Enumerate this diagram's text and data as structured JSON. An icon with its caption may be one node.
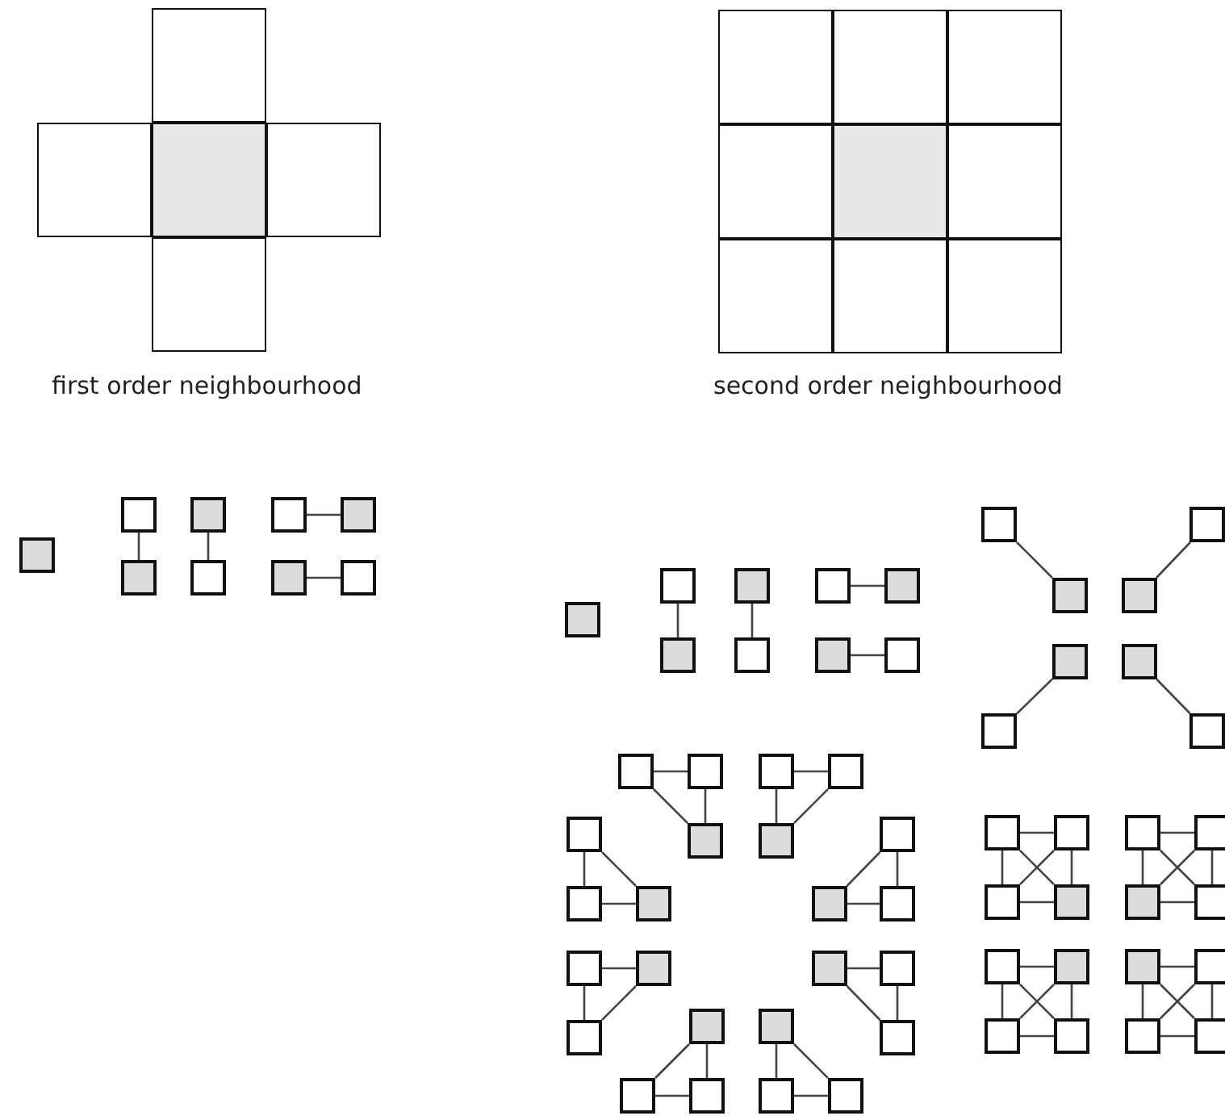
{
  "diagram": {
    "nodes": [
      {
        "text": [],
        "shape": "box"
      },
      {
        "text": [],
        "shape": "box"
      },
      {
        "text": [],
        "shape": "box"
      },
      {
        "text": [],
        "shape": "box"
      },
      {
        "text": [],
        "shape": "box"
      },
      {
        "text": [],
        "shape": "box"
      },
      {
        "text": [],
        "shape": "box"
      },
      {
        "text": [],
        "shape": "box"
      },
      {
        "text": [],
        "shape": "box"
      },
      {
        "text": [],
        "shape": "box"
      },
      {
        "text": [],
        "shape": "box"
      },
      {
        "text": [],
        "shape": "box"
      },
      {
        "text": [],
        "shape": "box"
      },
      {
        "text": [],
        "shape": "box"
      },
      {
        "text": [],
        "shape": "box"
      },
      {
        "text": [],
        "shape": "box"
      },
      {
        "text": [],
        "shape": "box"
      },
      {
        "text": [],
        "shape": "box"
      },
      {
        "text": [],
        "shape": "box"
      },
      {
        "text": [],
        "shape": "box"
      },
      {
        "text": [],
        "shape": "box"
      },
      {
        "text": [],
        "shape": "box"
      },
      {
        "text": [],
        "shape": "box"
      },
      {
        "text": [],
        "shape": "box"
      },
      {
        "text": [],
        "shape": "box"
      },
      {
        "text": [],
        "shape": "box"
      },
      {
        "text": [],
        "shape": "box"
      },
      {
        "text": [],
        "shape": "box"
      },
      {
        "text": [],
        "shape": "box"
      },
      {
        "text": [],
        "shape": "box"
      },
      {
        "text": [],
        "shape": "box"
      },
      {
        "text": [],
        "shape": "box"
      },
      {
        "text": [],
        "shape": "box"
      },
      {
        "text": [],
        "shape": "box"
      },
      {
        "text": [],
        "shape": "box"
      },
      {
        "text": [],
        "shape": "box"
      },
      {
        "text": [],
        "shape": "box"
      },
      {
        "text": [],
        "shape": "box"
      },
      {
        "text": [],
        "shape": "box"
      },
      {
        "text": [],
        "shape": "box"
      },
      {
        "text": [],
        "shape": "box"
      },
      {
        "text": [],
        "shape": "box"
      },
      {
        "text": [],
        "shape": "box"
      },
      {
        "text": [],
        "shape": "box"
      },
      {
        "text": [],
        "shape": "box"
      },
      {
        "text": [],
        "shape": "box"
      },
      {
        "text": [],
        "shape": "box"
      },
      {
        "text": [],
        "shape": "box"
      },
      {
        "text": [],
        "shape": "box"
      },
      {
        "text": [],
        "shape": "box"
      },
      {
        "text": [],
        "shape": "box"
      },
      {
        "text": [],
        "shape": "box"
      },
      {
        "text": [],
        "shape": "box"
      },
      {
        "text": [],
        "shape": "box"
      },
      {
        "text": [],
        "shape": "box"
      },
      {
        "text": [],
        "shape": "box"
      },
      {
        "text": [],
        "shape": "box"
      },
      {
        "text": [],
        "shape": "box"
      },
      {
        "text": [],
        "shape": "box"
      },
      {
        "text": [],
        "shape": "box"
      },
      {
        "text": [],
        "shape": "box"
      },
      {
        "text": [],
        "shape": "box"
      },
      {
        "text": [],
        "shape": "box"
      },
      {
        "text": [],
        "shape": "box"
      },
      {
        "text": [],
        "shape": "box"
      },
      {
        "text": [],
        "shape": "box"
      },
      {
        "text": [],
        "shape": "box"
      },
      {
        "text": [],
        "shape": "box"
      },
      {
        "text": [],
        "shape": "box"
      },
      {
        "text": [],
        "shape": "box"
      },
      {
        "text": [],
        "shape": "box"
      },
      {
        "text": [],
        "shape": "box"
      },
      {
        "text": [],
        "shape": "box"
      },
      {
        "text": [],
        "shape": "box"
      },
      {
        "text": [],
        "shape": "box"
      },
      {
        "text": [],
        "shape": "box"
      },
      {
        "text": [],
        "shape": "box"
      },
      {
        "text": [],
        "shape": "box"
      },
      {
        "text": [],
        "shape": "box"
      },
      {
        "text": [],
        "shape": "box"
      }
    ],
    "edges": [
      {
        "from": 15,
        "to": 16,
        "arrow": "none"
      },
      {
        "from": 17,
        "to": 18,
        "arrow": "none"
      },
      {
        "from": 19,
        "to": 20,
        "arrow": "none"
      },
      {
        "from": 21,
        "to": 22,
        "arrow": "none"
      },
      {
        "from": 24,
        "to": 25,
        "arrow": "none"
      },
      {
        "from": 26,
        "to": 27,
        "arrow": "none"
      },
      {
        "from": 28,
        "to": 29,
        "arrow": "none"
      },
      {
        "from": 30,
        "to": 31,
        "arrow": "none"
      },
      {
        "from": 32,
        "to": 33,
        "arrow": "none"
      },
      {
        "from": 34,
        "to": 35,
        "arrow": "none"
      },
      {
        "from": 36,
        "to": 37,
        "arrow": "none"
      },
      {
        "from": 38,
        "to": 39,
        "arrow": "none"
      },
      {
        "from": 40,
        "to": 41,
        "arrow": "none"
      },
      {
        "from": 41,
        "to": 42,
        "arrow": "none"
      },
      {
        "from": 40,
        "to": 42,
        "arrow": "none"
      },
      {
        "from": 43,
        "to": 44,
        "arrow": "none"
      },
      {
        "from": 43,
        "to": 45,
        "arrow": "none"
      },
      {
        "from": 44,
        "to": 45,
        "arrow": "none"
      },
      {
        "from": 46,
        "to": 47,
        "arrow": "none"
      },
      {
        "from": 47,
        "to": 48,
        "arrow": "none"
      },
      {
        "from": 46,
        "to": 48,
        "arrow": "none"
      },
      {
        "from": 49,
        "to": 51,
        "arrow": "none"
      },
      {
        "from": 50,
        "to": 51,
        "arrow": "none"
      },
      {
        "from": 49,
        "to": 50,
        "arrow": "none"
      },
      {
        "from": 52,
        "to": 53,
        "arrow": "none"
      },
      {
        "from": 52,
        "to": 54,
        "arrow": "none"
      },
      {
        "from": 53,
        "to": 54,
        "arrow": "none"
      },
      {
        "from": 55,
        "to": 56,
        "arrow": "none"
      },
      {
        "from": 56,
        "to": 57,
        "arrow": "none"
      },
      {
        "from": 55,
        "to": 57,
        "arrow": "none"
      },
      {
        "from": 58,
        "to": 59,
        "arrow": "none"
      },
      {
        "from": 58,
        "to": 60,
        "arrow": "none"
      },
      {
        "from": 59,
        "to": 60,
        "arrow": "none"
      },
      {
        "from": 61,
        "to": 62,
        "arrow": "none"
      },
      {
        "from": 61,
        "to": 63,
        "arrow": "none"
      },
      {
        "from": 62,
        "to": 63,
        "arrow": "none"
      },
      {
        "from": 64,
        "to": 65,
        "arrow": "none"
      },
      {
        "from": 64,
        "to": 66,
        "arrow": "none"
      },
      {
        "from": 65,
        "to": 67,
        "arrow": "none"
      },
      {
        "from": 66,
        "to": 67,
        "arrow": "none"
      },
      {
        "from": 64,
        "to": 67,
        "arrow": "none"
      },
      {
        "from": 65,
        "to": 66,
        "arrow": "none"
      },
      {
        "from": 68,
        "to": 69,
        "arrow": "none"
      },
      {
        "from": 68,
        "to": 70,
        "arrow": "none"
      },
      {
        "from": 69,
        "to": 71,
        "arrow": "none"
      },
      {
        "from": 70,
        "to": 71,
        "arrow": "none"
      },
      {
        "from": 68,
        "to": 71,
        "arrow": "none"
      },
      {
        "from": 69,
        "to": 70,
        "arrow": "none"
      },
      {
        "from": 72,
        "to": 73,
        "arrow": "none"
      },
      {
        "from": 72,
        "to": 74,
        "arrow": "none"
      },
      {
        "from": 73,
        "to": 75,
        "arrow": "none"
      },
      {
        "from": 74,
        "to": 75,
        "arrow": "none"
      },
      {
        "from": 72,
        "to": 75,
        "arrow": "none"
      },
      {
        "from": 73,
        "to": 74,
        "arrow": "none"
      },
      {
        "from": 76,
        "to": 77,
        "arrow": "none"
      },
      {
        "from": 76,
        "to": 78,
        "arrow": "none"
      },
      {
        "from": 77,
        "to": 79,
        "arrow": "none"
      },
      {
        "from": 78,
        "to": 79,
        "arrow": "none"
      },
      {
        "from": 76,
        "to": 79,
        "arrow": "none"
      },
      {
        "from": 77,
        "to": 78,
        "arrow": "none"
      }
    ],
    "labels": [
      "first order neighbourhood",
      "second order neighbourhood"
    ]
  }
}
